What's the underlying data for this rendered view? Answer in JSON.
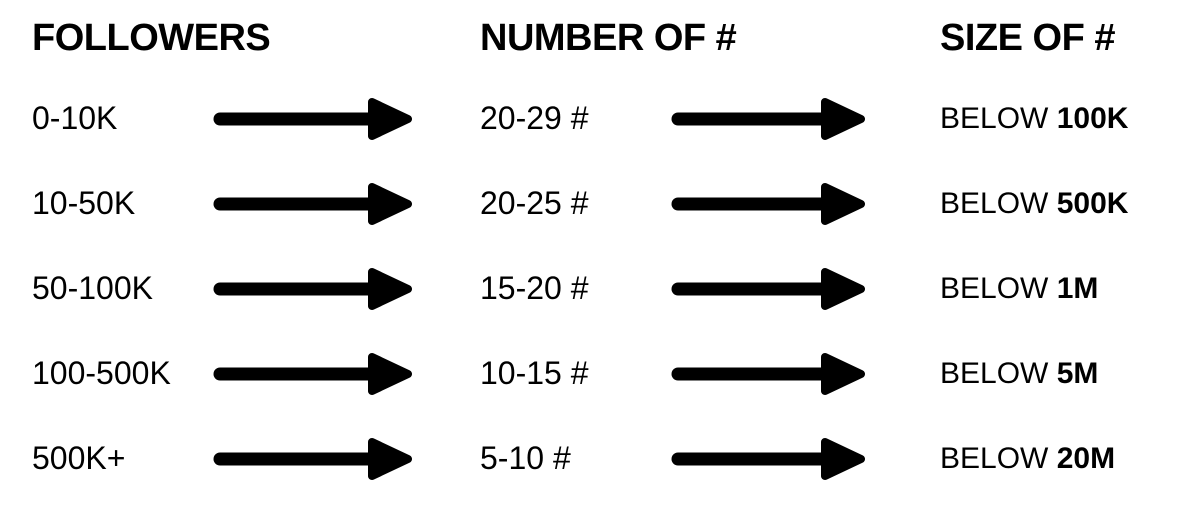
{
  "page": {
    "background_color": "#ffffff",
    "text_color": "#000000",
    "arrow_color": "#000000"
  },
  "headers": {
    "followers": "FOLLOWERS",
    "number_of_hashtags": "NUMBER OF #",
    "size_of_hashtags": "SIZE OF #"
  },
  "icons": {
    "arrow": "right-arrow-icon"
  },
  "rows": [
    {
      "followers": "0-10K",
      "hashtags": "20-29 #",
      "size_prefix": "BELOW",
      "size_value": "100K"
    },
    {
      "followers": "10-50K",
      "hashtags": "20-25 #",
      "size_prefix": "BELOW",
      "size_value": "500K"
    },
    {
      "followers": "50-100K",
      "hashtags": "15-20 #",
      "size_prefix": "BELOW",
      "size_value": "1M"
    },
    {
      "followers": "100-500K",
      "hashtags": "10-15 #",
      "size_prefix": "BELOW",
      "size_value": "5M"
    },
    {
      "followers": "500K+",
      "hashtags": "5-10 #",
      "size_prefix": "BELOW",
      "size_value": "20M"
    }
  ]
}
